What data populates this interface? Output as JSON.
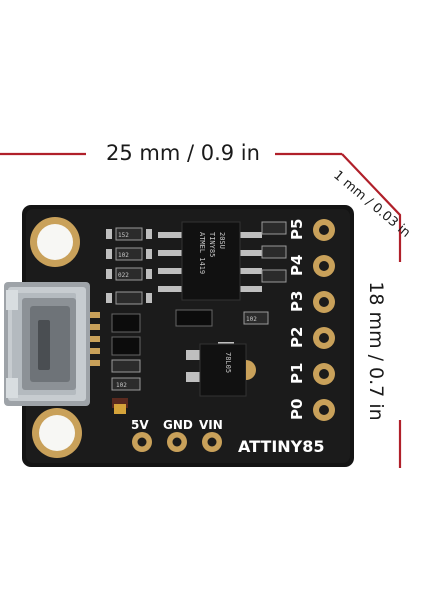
{
  "dimensions": {
    "width": "25 mm / 0.9 in",
    "depth": "1 mm / 0.03 in",
    "height": "18 mm / 0.7 in"
  },
  "colors": {
    "dimension_line": "#b0202a",
    "board": "#141414",
    "pad_gold": "#c9a15a"
  },
  "board": {
    "name": "ATTINY85",
    "pin_labels": [
      "P5",
      "P4",
      "P3",
      "P2",
      "P1",
      "P0"
    ],
    "power_labels": [
      "5V",
      "GND",
      "VIN"
    ],
    "mcu_text": [
      "ATMEL 1419",
      "TINY85",
      "20SU"
    ],
    "regulator_text": "78L05",
    "resistor_labels": [
      "152",
      "102",
      "022",
      "102",
      "102"
    ]
  }
}
